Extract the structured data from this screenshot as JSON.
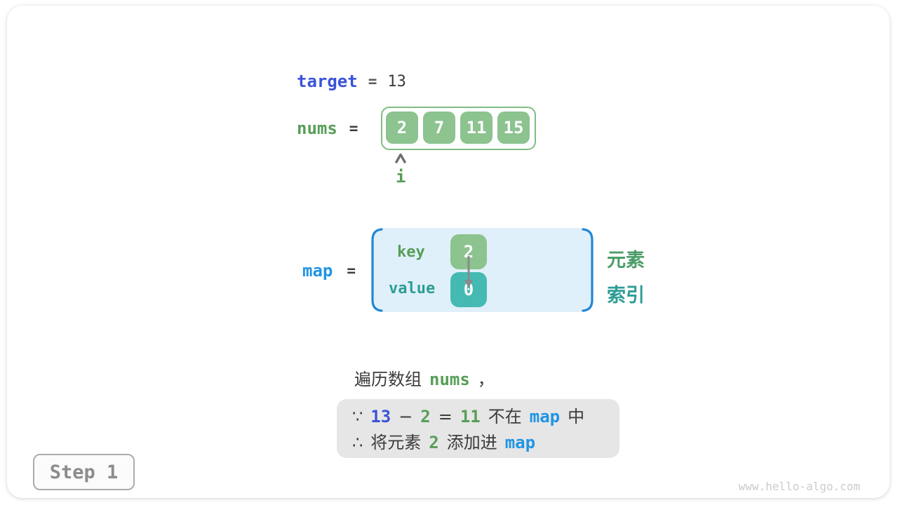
{
  "colors": {
    "royal_blue": "#3b53d8",
    "bright_blue": "#2095e4",
    "bracket_blue": "#2387d3",
    "green_text": "#579e58",
    "green_box": "#8cc38f",
    "teal_text": "#2d9d95",
    "teal_box": "#45bab2",
    "map_fill": "#e0f0fa",
    "callout_bg": "#e6e6e6",
    "dark_text": "#3c3c3c"
  },
  "target_row": {
    "label": "target",
    "equals": "=",
    "value": "13"
  },
  "nums_row": {
    "label": "nums",
    "equals": "=",
    "cells": [
      "2",
      "7",
      "11",
      "15"
    ],
    "pointer_label": "i"
  },
  "map_row": {
    "label": "map",
    "equals": "=",
    "key_label": "key",
    "key_value": "2",
    "value_label": "value",
    "value_value": "0",
    "element_label": "元素",
    "index_label": "索引"
  },
  "caption": {
    "prefix": "遍历数组",
    "code": "nums",
    "suffix": "，"
  },
  "callout": {
    "line1": {
      "because": "∵",
      "minuend": "13",
      "minus": "−",
      "subtrahend": "2",
      "equals": "=",
      "difference": "11",
      "not_in": "不在",
      "map": "map",
      "in_suffix": "中"
    },
    "line2": {
      "therefore": "∴",
      "text1": "将元素",
      "num": "2",
      "text2": "添加进",
      "map": "map"
    }
  },
  "step_button": {
    "label": "Step 1"
  },
  "watermark": "www.hello-algo.com"
}
